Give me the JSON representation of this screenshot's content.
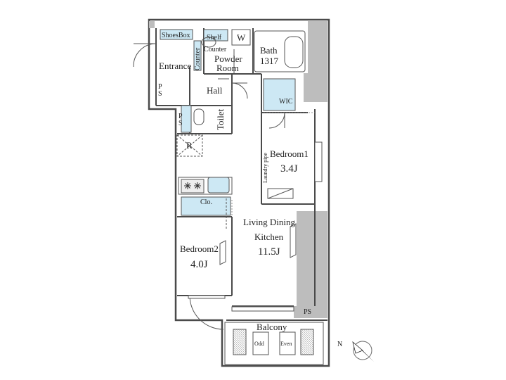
{
  "rooms": {
    "shoes_box": "ShoesBox",
    "shelf": "Shelf",
    "washer": "W",
    "counter": "Counter",
    "counter_vertical": "Counter",
    "powder_room": [
      "Powder",
      "Room"
    ],
    "bath": [
      "Bath",
      "1317"
    ],
    "entrance": "Entrance",
    "ps_upper": [
      "P",
      "S"
    ],
    "hall": "Hall",
    "wic": "WIC",
    "ps_left": [
      "P",
      "S"
    ],
    "toilet": "Toilet",
    "refrigerator": "R",
    "bedroom1": [
      "Bedroom1",
      "3.4J"
    ],
    "laundry_pipe": "Laundry pipe",
    "closet": "Clo.",
    "living": [
      "Living Dining",
      "Kitchen",
      "11.5J"
    ],
    "bedroom2": [
      "Bedroom2",
      "4.0J"
    ],
    "ps_right": "PS",
    "balcony": "Balcony",
    "odd": "Odd",
    "even": "Even",
    "north": "N"
  },
  "colors": {
    "wall": "#4a4a4a",
    "wall_fill": "#bdbdbd",
    "storage": "#cde8f4",
    "line": "#555555"
  }
}
